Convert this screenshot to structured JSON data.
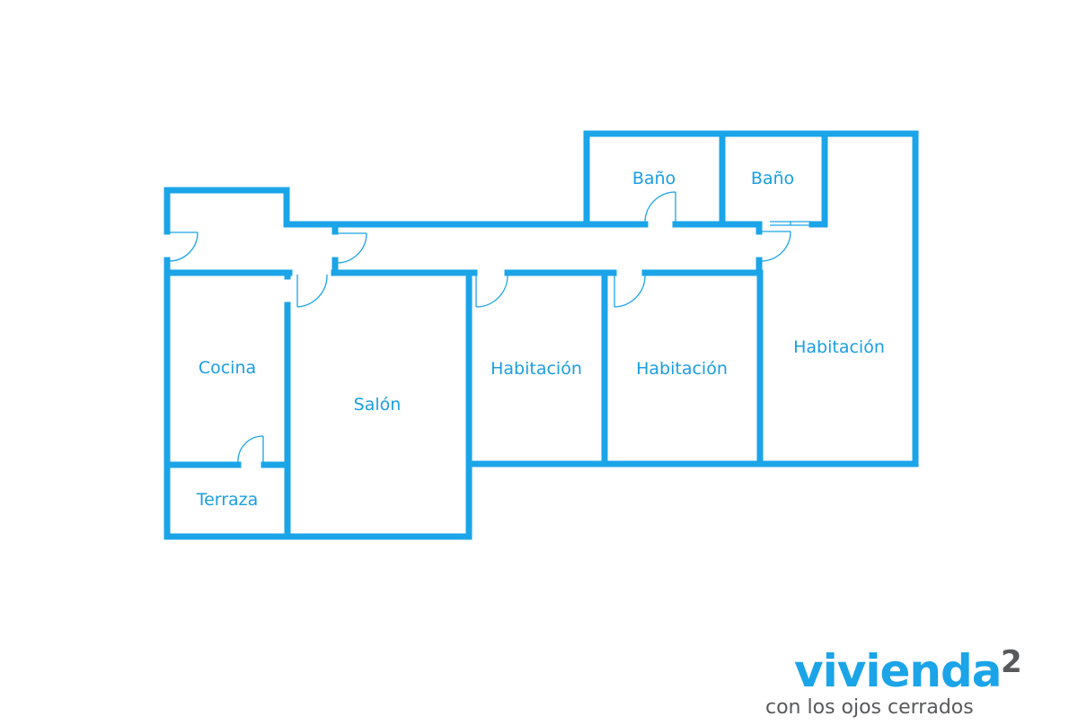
{
  "rooms": {
    "bano_1": "Baño",
    "bano_2": "Baño",
    "cocina": "Cocina",
    "salon": "Salón",
    "habitacion_1": "Habitación",
    "habitacion_2": "Habitación",
    "habitacion_3": "Habitación",
    "terraza": "Terraza"
  },
  "brand": {
    "name": "vivienda",
    "superscript": "2",
    "tagline": "con los ojos cerrados"
  },
  "colors": {
    "walls": "#1ba4e8",
    "brand_primary": "#1ba4e8",
    "brand_secondary": "#58595b"
  }
}
